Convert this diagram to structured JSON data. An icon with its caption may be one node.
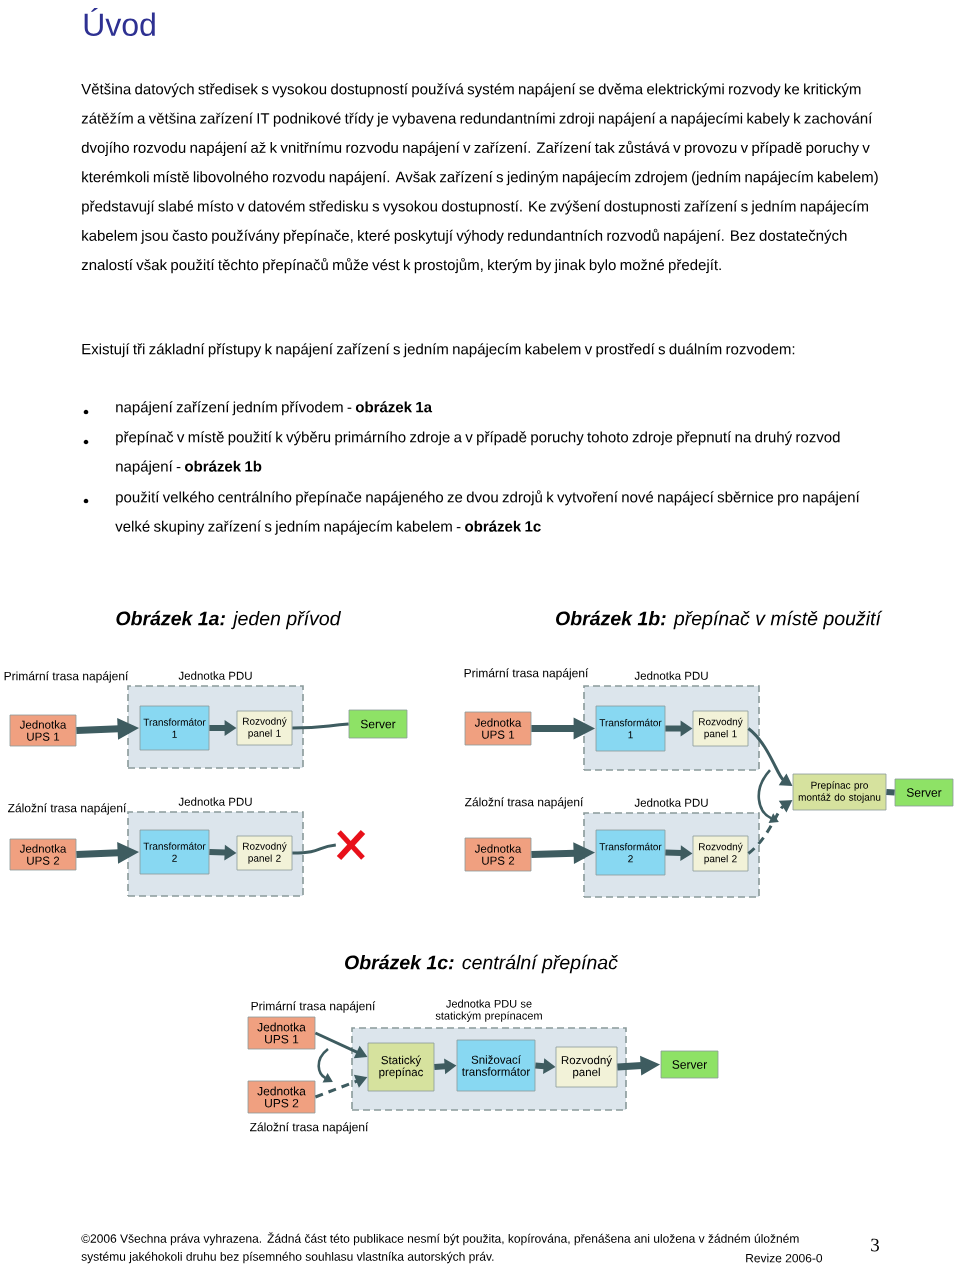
{
  "diagram": {
    "title": "Úvod",
    "nodes": [
      {
        "text": [
          "Jednotka UPS 1"
        ]
      },
      {
        "text": [
          "Jednotka PDU"
        ]
      },
      {
        "text": [
          "Transformátor 1"
        ],
        "in": 1
      },
      {
        "text": [
          "Rozvodný panel 1"
        ],
        "in": 1
      },
      {
        "text": [
          "Server"
        ]
      },
      {
        "text": [
          "Jednotka UPS 2"
        ]
      },
      {
        "text": [
          "Jednotka PDU"
        ]
      },
      {
        "text": [
          "Transformátor 2"
        ],
        "in": 6
      },
      {
        "text": [
          "Rozvodný panel 2"
        ],
        "in": 6
      },
      {
        "text": [],
        "shape": "cross"
      },
      {
        "text": [
          "Jednotka UPS 1"
        ]
      },
      {
        "text": [
          "Jednotka PDU"
        ]
      },
      {
        "text": [
          "Transformátor 1"
        ],
        "in": 11
      },
      {
        "text": [
          "Rozvodný panel 1"
        ],
        "in": 11
      },
      {
        "text": [
          "Jednotka UPS 2"
        ]
      },
      {
        "text": [
          "Jednotka PDU"
        ]
      },
      {
        "text": [
          "Transformátor 2"
        ],
        "in": 15
      },
      {
        "text": [
          "Rozvodný panel 2"
        ],
        "in": 15
      },
      {
        "text": [
          "Prepínac pro montáž do stojanu"
        ]
      },
      {
        "text": [
          "Server"
        ]
      },
      {
        "text": [
          "Jednotka UPS 1"
        ]
      },
      {
        "text": [
          "Jednotka UPS 2"
        ]
      },
      {
        "text": [
          "Jednotka PDU se statickým prepínacem"
        ]
      },
      {
        "text": [
          "Statický prepínac"
        ],
        "in": 22
      },
      {
        "text": [
          "Snižovací transformátor"
        ],
        "in": 22
      },
      {
        "text": [
          "Rozvodný panel"
        ],
        "in": 22
      },
      {
        "text": [
          "Server"
        ]
      }
    ],
    "edges": [
      {
        "from": 0,
        "to": 2,
        "arrow": "to"
      },
      {
        "from": 2,
        "to": 3,
        "arrow": "to"
      },
      {
        "from": 3,
        "to": 4,
        "arrow": "none"
      },
      {
        "from": 5,
        "to": 7,
        "arrow": "to"
      },
      {
        "from": 7,
        "to": 8,
        "arrow": "to"
      },
      {
        "from": 8,
        "to": 9,
        "arrow": "none"
      },
      {
        "from": 10,
        "to": 12,
        "arrow": "to"
      },
      {
        "from": 12,
        "to": 13,
        "arrow": "to"
      },
      {
        "from": 13,
        "to": 18,
        "arrow": "to"
      },
      {
        "from": 14,
        "to": 16,
        "arrow": "to"
      },
      {
        "from": 16,
        "to": 17,
        "arrow": "to"
      },
      {
        "from": 17,
        "to": 18,
        "arrow": "to",
        "style": "dashed"
      },
      {
        "from": 18,
        "to": 19,
        "arrow": "none"
      },
      {
        "from": 20,
        "to": 23,
        "arrow": "to"
      },
      {
        "from": 21,
        "to": 23,
        "arrow": "to",
        "style": "dashed"
      },
      {
        "from": 23,
        "to": 24,
        "arrow": "to"
      },
      {
        "from": 24,
        "to": 25,
        "arrow": "to"
      },
      {
        "from": 25,
        "to": 26,
        "arrow": "to"
      }
    ],
    "labels": [
      "Většina datových středisek s vysokou dostupností používá systém napájení se dvěma elektrickými rozvody ke kritickým zátěžím a většina zařízení IT podnikové třídy je vybavena redundantními zdroji napájení a napájecími kabely k zachování dvojího rozvodu napájení až k vnitřnímu rozvodu napájení v zařízení. Zařízení tak zůstává v provozu v případě poruchy v kterémkoli místě libovolného rozvodu napájení. Avšak zařízení s jediným napájecím zdrojem (jedním napájecím kabelem) představují slabé místo v datovém středisku s vysokou dostupností. Ke zvýšení dostupnosti zařízení s jedním napájecím kabelem jsou často používány přepínače, které poskytují výhody redundantních rozvodů napájení. Bez dostatečných znalostí však použití těchto přepínačů může vést k prostojům, kterým by jinak bylo možné předejít.",
      "Existují tři základní přístupy k napájení zařízení s jedním napájecím kabelem v prostředí s duálním rozvodem:",
      "napájení zařízení jedním přívodem - **obrázek 1a**",
      "přepínač v místě použití k výběru primárního zdroje a v případě poruchy tohoto zdroje přepnutí na druhý rozvod napájení - **obrázek 1b**",
      "použití velkého centrálního přepínače napájeného ze dvou zdrojů k vytvoření nové napájecí sběrnice pro napájení velké skupiny zařízení s jedním napájecím kabelem - **obrázek 1c**",
      "**Obrázek 1a:** jeden přívod",
      "**Obrázek 1b:** přepínač v místě použití",
      "Primární trasa napájení",
      "Primární trasa napájení",
      "Záložní trasa napájení",
      "Záložní trasa napájení",
      "**Obrázek 1c:** centrální přepínač",
      "Primární trasa napájení",
      "Záložní trasa napájení",
      "©2006 Všechna práva vyhrazena. Žádná část této publikace nesmí být použita, kopírována, přenášena ani uložena v žádném úložném systému jakéhokoli druhu bez písemného souhlasu vlastníka autorských práv.",
      "Revize 2006-0",
      "3"
    ]
  }
}
